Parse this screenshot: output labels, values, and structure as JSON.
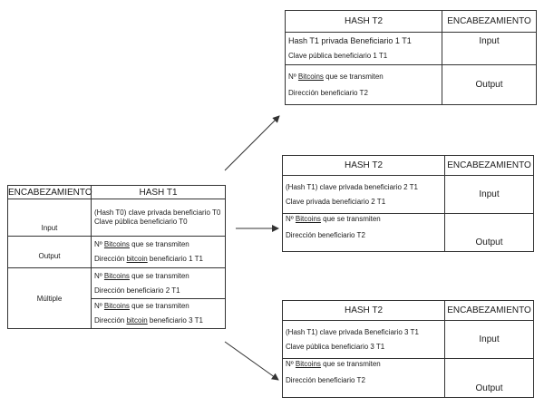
{
  "main_table": {
    "header_left": "ENCABEZAMIENTO",
    "header_right": "HASH T1",
    "input_label": "Input",
    "output_label": "Output",
    "multiple_label": "Múltiple",
    "input_line1": "(Hash T0) clave privada beneficiario T0",
    "input_line2": "Clave pública beneficiario T0",
    "out1_amount_prefix": "Nº ",
    "out1_amount_ul": "Bitcoins",
    "out1_amount_suffix": " que se transmiten",
    "out1_addr_prefix": "Dirección ",
    "out1_addr_ul": "bitcoin",
    "out1_addr_suffix": " beneficiario 1  T1",
    "out2_amount_prefix": "Nº ",
    "out2_amount_ul": "Bitcoins",
    "out2_amount_suffix": " que se transmiten",
    "out2_addr": "Dirección beneficiario 2  T1",
    "out3_amount_prefix": "Nº ",
    "out3_amount_ul": "Bitcoins",
    "out3_amount_suffix": " que se transmiten",
    "out3_addr_prefix": "Dirección ",
    "out3_addr_ul": "bitcoin",
    "out3_addr_suffix": " beneficiario 3  T1"
  },
  "tx1": {
    "header_left": "HASH T2",
    "header_right": "ENCABEZAMIENTO",
    "input_line1": "Hash T1 privada Beneficiario 1 T1",
    "input_line2": "Clave pública beneficiario 1 T1",
    "input_label": "Input",
    "amount_prefix": "Nº ",
    "amount_ul": "Bitcoins",
    "amount_suffix": " que se transmiten",
    "addr": "Dirección beneficiario  T2",
    "output_label": "Output"
  },
  "tx2": {
    "header_left": "HASH T2",
    "header_right": "ENCABEZAMIENTO",
    "input_line1": "(Hash T1) clave privada beneficiario 2  T1",
    "input_line2": "Clave privada beneficiario 2 T1",
    "input_label": "Input",
    "amount_prefix": "Nº ",
    "amount_ul": "Bitcoins",
    "amount_suffix": " que se transmiten",
    "addr": "Dirección beneficiario  T2",
    "output_label": "Output"
  },
  "tx3": {
    "header_left": "HASH T2",
    "header_right": "ENCABEZAMIENTO",
    "input_line1": "(Hash T1) clave privada Beneficiario 3 T1",
    "input_line2": "Clave pública beneficiario 3  T1",
    "input_label": "Input",
    "amount_prefix": "Nº ",
    "amount_ul": "Bitcoins",
    "amount_suffix": " que se transmiten",
    "addr": "Dirección beneficiario  T2",
    "output_label": "Output"
  }
}
